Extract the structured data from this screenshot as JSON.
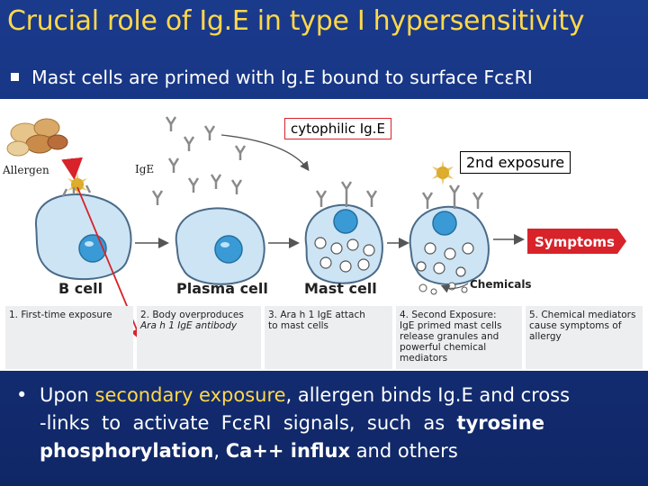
{
  "title": "Crucial role of Ig.E in type I hypersensitivity",
  "subtitle": "Mast cells are primed with Ig.E bound to surface FcεRI",
  "figure": {
    "callout_cytophilic": "cytophilic Ig.E",
    "callout_exposure": "2nd exposure",
    "label_allergen": "Allergen",
    "label_ige": "IgE",
    "label_bcell": "B cell",
    "label_plasma": "Plasma cell",
    "label_mast": "Mast cell",
    "label_chemicals": "Chemicals",
    "label_symptoms": "Symptoms",
    "steps": [
      {
        "lines": [
          "1. First-time exposure"
        ]
      },
      {
        "lines": [
          "2. Body overproduces",
          "Ara h 1 IgE antibody"
        ]
      },
      {
        "lines": [
          "3. Ara h 1 IgE attach",
          "to mast cells"
        ]
      },
      {
        "lines": [
          "4. Second Exposure:",
          "IgE primed mast cells",
          "release granules and",
          "powerful chemical",
          "mediators"
        ]
      },
      {
        "lines": [
          "5. Chemical mediators",
          "cause symptoms of",
          "allergy"
        ]
      }
    ]
  },
  "bullet": {
    "marker": "•",
    "line1_a": "Upon ",
    "line1_hl": "secondary exposure",
    "line1_b": ", allergen binds Ig.E and cross",
    "line2_a": "-links  to  activate  FcεRI  signals,  such  as  ",
    "line2_bold": "tyrosine",
    "line3_bold1": "phosphorylation",
    "line3_a": ", ",
    "line3_bold2": "Ca++ influx",
    "line3_b": " and others"
  },
  "colors": {
    "title": "#ffd84a",
    "background": "#1a3a8c",
    "cell_fill": "#cde4f4",
    "nucleus": "#3a9ad6",
    "callout_border": "#d8232a",
    "symptoms": "#d8232a"
  }
}
